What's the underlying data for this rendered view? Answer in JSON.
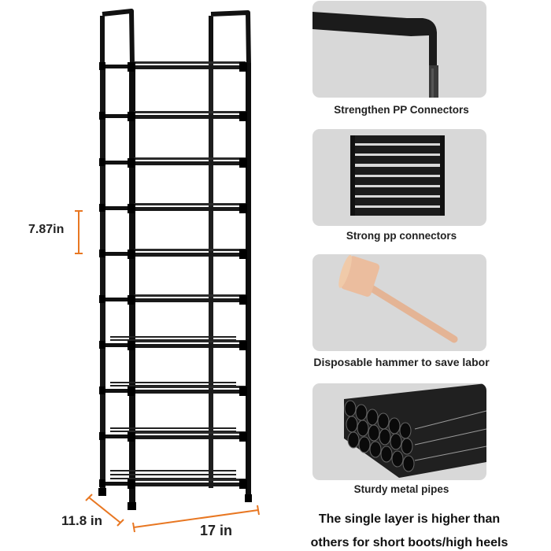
{
  "product": {
    "type": "shoe-rack",
    "tiers": 10,
    "frame_color": "#111111"
  },
  "dimensions": {
    "tier_height": "7.87in",
    "depth": "11.8 in",
    "width": "17 in",
    "marker_color": "#e87722"
  },
  "features": [
    {
      "caption": "Strengthen PP Connectors",
      "image": "corner-connector"
    },
    {
      "caption": "Strong pp connectors",
      "image": "stacked-connectors"
    },
    {
      "caption": "Disposable hammer to save labor",
      "image": "wooden-mallet"
    },
    {
      "caption": "Sturdy metal pipes",
      "image": "metal-pipes"
    }
  ],
  "footer": {
    "line1": "The single layer is higher than",
    "line2": "others for short boots/high heels"
  },
  "colors": {
    "card_bg": "#d8d8d8",
    "text": "#222222",
    "wood": "#e8b89a"
  }
}
